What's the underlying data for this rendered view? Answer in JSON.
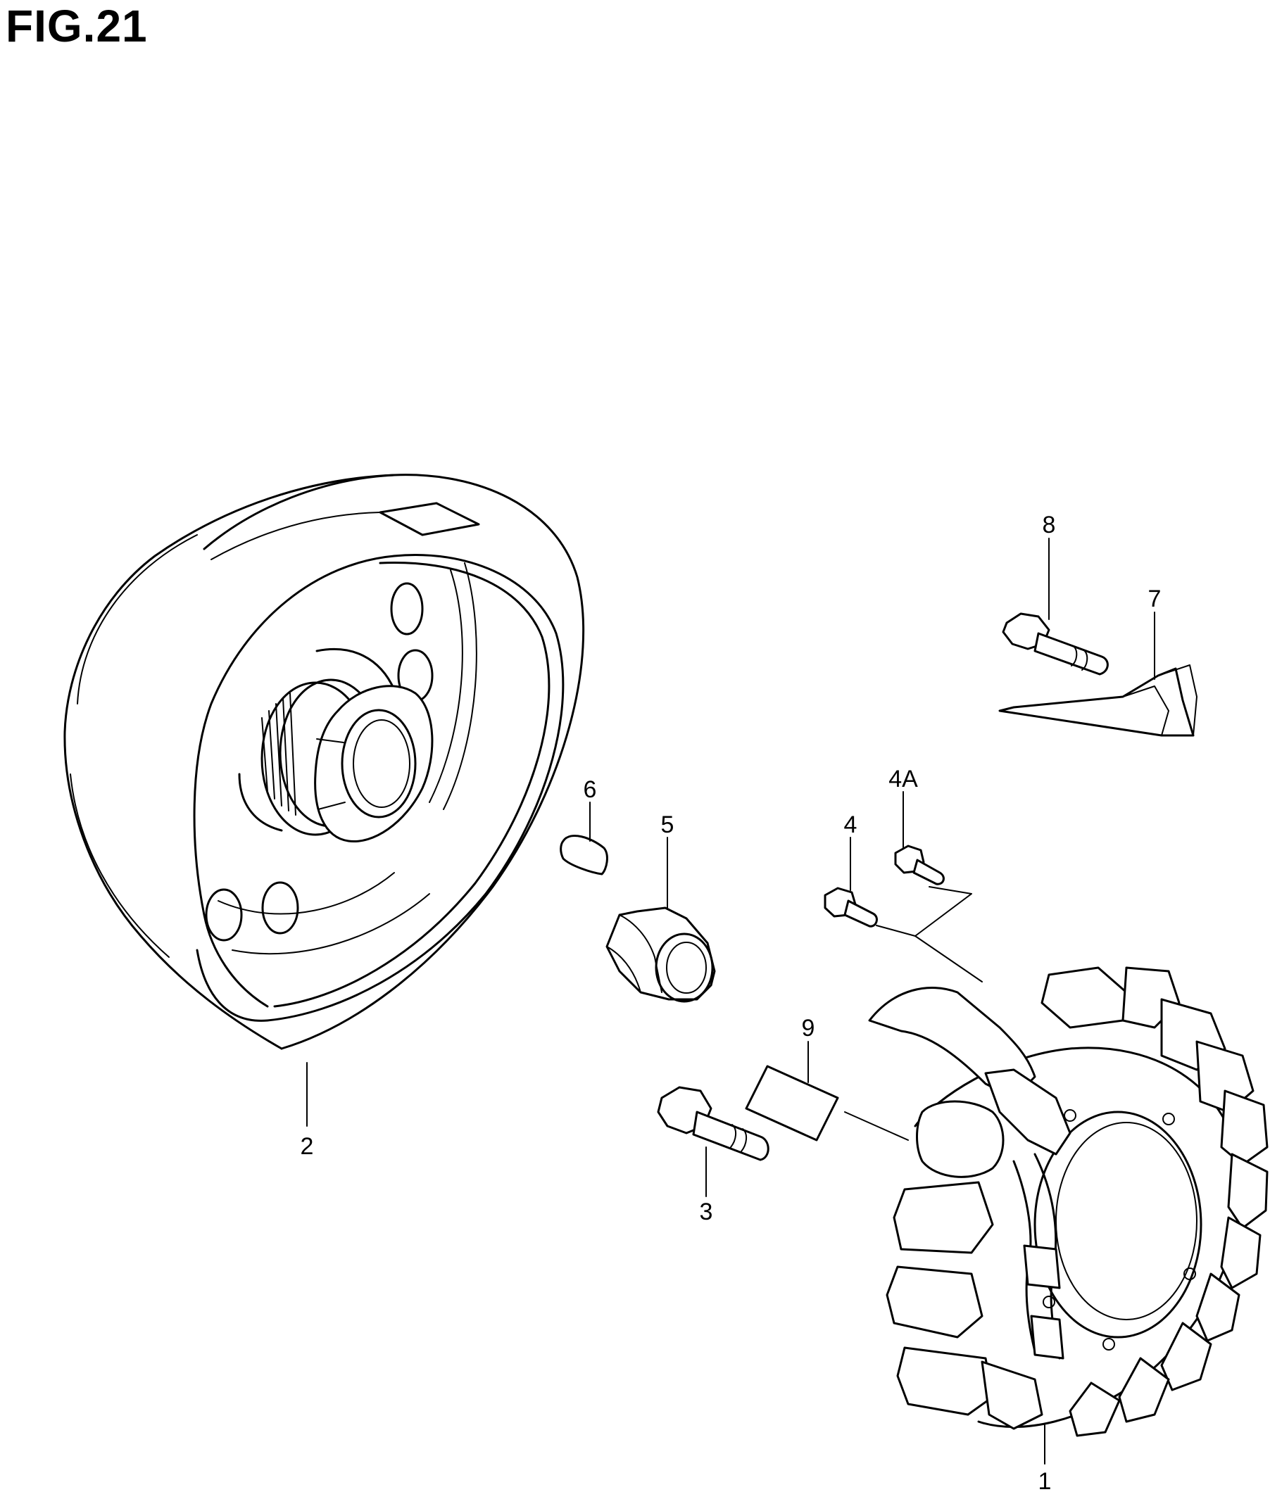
{
  "figure": {
    "title": "FIG.21"
  },
  "callouts": [
    {
      "id": "c1",
      "text": "1"
    },
    {
      "id": "c2",
      "text": "2"
    },
    {
      "id": "c3",
      "text": "3"
    },
    {
      "id": "c4",
      "text": "4"
    },
    {
      "id": "c4a",
      "text": "4A"
    },
    {
      "id": "c5",
      "text": "5"
    },
    {
      "id": "c6",
      "text": "6"
    },
    {
      "id": "c7",
      "text": "7"
    },
    {
      "id": "c8",
      "text": "8"
    },
    {
      "id": "c9",
      "text": "9"
    }
  ]
}
